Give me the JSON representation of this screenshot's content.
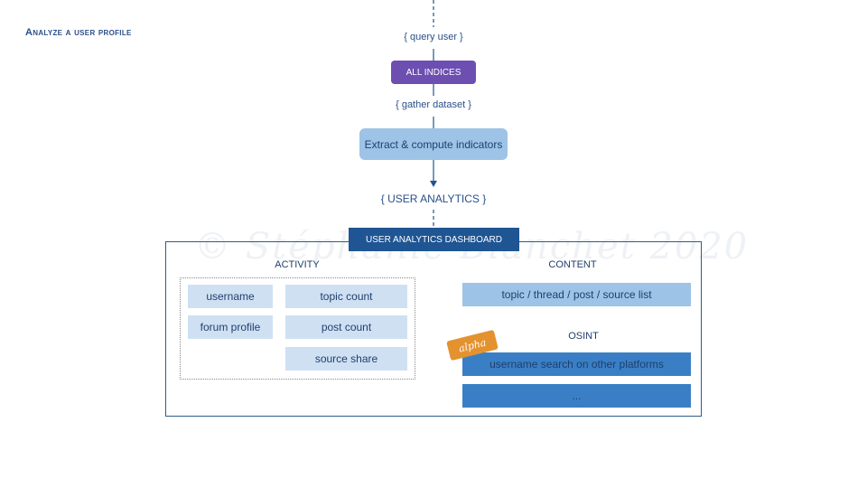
{
  "page": {
    "title": "Analyze a user profile"
  },
  "flow": {
    "query_label": "{ query user }",
    "indices_label": "ALL INDICES",
    "gather_label": "{ gather dataset }",
    "extract_label": "Extract & compute indicators",
    "analytics_label": "{  USER ANALYTICS }"
  },
  "dashboard": {
    "title": "USER ANALYTICS DASHBOARD",
    "watermark": "© Stéphanie Bianchet  2020",
    "activity": {
      "title": "ACTIVITY",
      "left_items": [
        "username",
        "forum profile"
      ],
      "right_items": [
        "topic count",
        "post count",
        "source share"
      ]
    },
    "content": {
      "title": "CONTENT",
      "item": "topic / thread / post / source list"
    },
    "osint": {
      "title": "OSINT",
      "badge": "alpha",
      "items": [
        "username search on other platforms",
        "..."
      ]
    }
  },
  "colors": {
    "indices": "#6c4fb0",
    "extract": "#9dc3e6",
    "dashboard_header": "#1f5593",
    "osint_bar": "#3a7fc5",
    "alpha_badge": "#e4922f",
    "chip": "#cfe0f3"
  }
}
